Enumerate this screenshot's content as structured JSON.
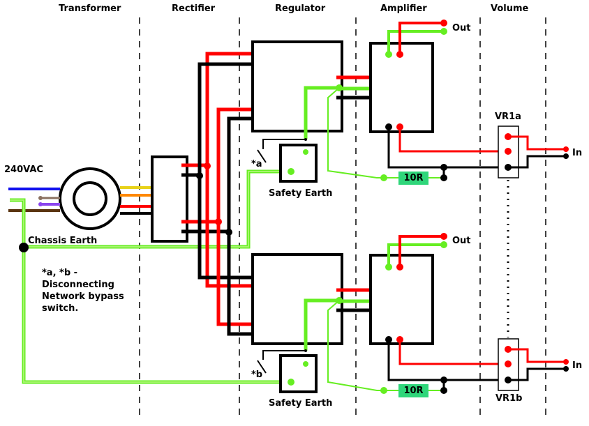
{
  "sections": [
    "Transformer",
    "Rectifier",
    "Regulator",
    "Amplifier",
    "Volume"
  ],
  "labels": {
    "mains": "240VAC",
    "chassis_earth": "Chassis Earth",
    "safety_earth_top": "Safety Earth",
    "safety_earth_bottom": "Safety Earth",
    "switch_a": "*a",
    "switch_b": "*b",
    "note": "*a, *b -\nDisconnecting\nNetwork bypass\nswitch.",
    "out_top": "Out",
    "out_bottom": "Out",
    "in_top": "In",
    "in_bottom": "In",
    "vr_top": "VR1a",
    "vr_bottom": "VR1b",
    "res_top": "10R",
    "res_bottom": "10R"
  },
  "colors": {
    "red": "#ff0000",
    "black": "#000000",
    "green": "#66ee22",
    "green_light": "#a6f56e",
    "blue": "#1111ee",
    "brown": "#5a3410",
    "yellow": "#e8d21a",
    "orange": "#ff8800",
    "purple": "#8a44ee",
    "resistor": "#2fd67a"
  }
}
